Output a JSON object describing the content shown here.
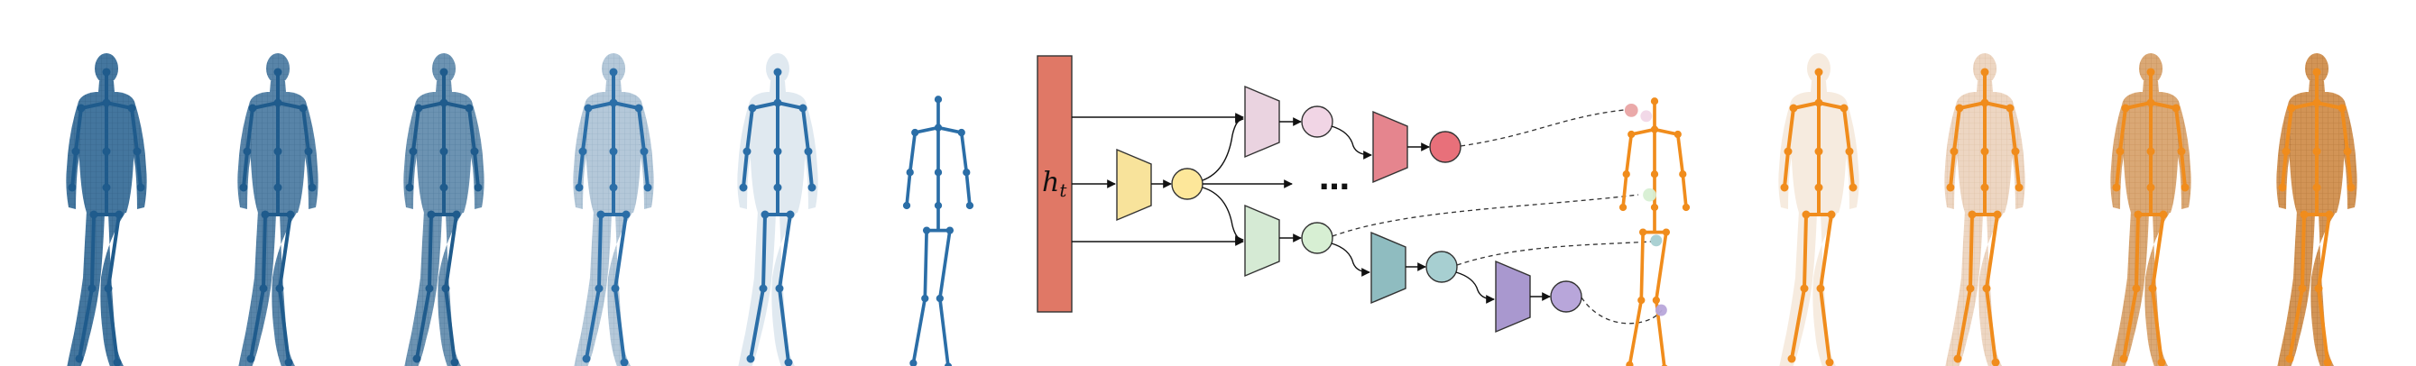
{
  "diagram": {
    "hidden_state_label": "h",
    "hidden_state_subscript": "t",
    "ellipsis": "…"
  },
  "colors": {
    "blue_skeleton": "#2b6ea7",
    "blue_mesh": "#3b6f99",
    "orange_skeleton": "#f08c1c",
    "orange_mesh": "#c77a2c",
    "ht_block": "#e07866",
    "root_encoder": "#f8e39b",
    "root_node": "#fde79a",
    "pink_decoder": "#ead3e0",
    "pink_node": "#f1d5e5",
    "red_decoder": "#e5858e",
    "red_node": "#e8707a",
    "green_decoder": "#d5ead4",
    "green_node": "#d7efd3",
    "teal_decoder": "#8fbcc0",
    "teal_node": "#a7cfd1",
    "purple_decoder": "#a998cf",
    "purple_node": "#b8a6da"
  },
  "input_meshes": [
    {
      "opacity": 0.95
    },
    {
      "opacity": 0.85
    },
    {
      "opacity": 0.75
    },
    {
      "opacity": 0.45
    },
    {
      "opacity": 0.15
    }
  ],
  "output_meshes": [
    {
      "opacity": 0.15
    },
    {
      "opacity": 0.35
    },
    {
      "opacity": 0.6
    },
    {
      "opacity": 0.8
    }
  ]
}
